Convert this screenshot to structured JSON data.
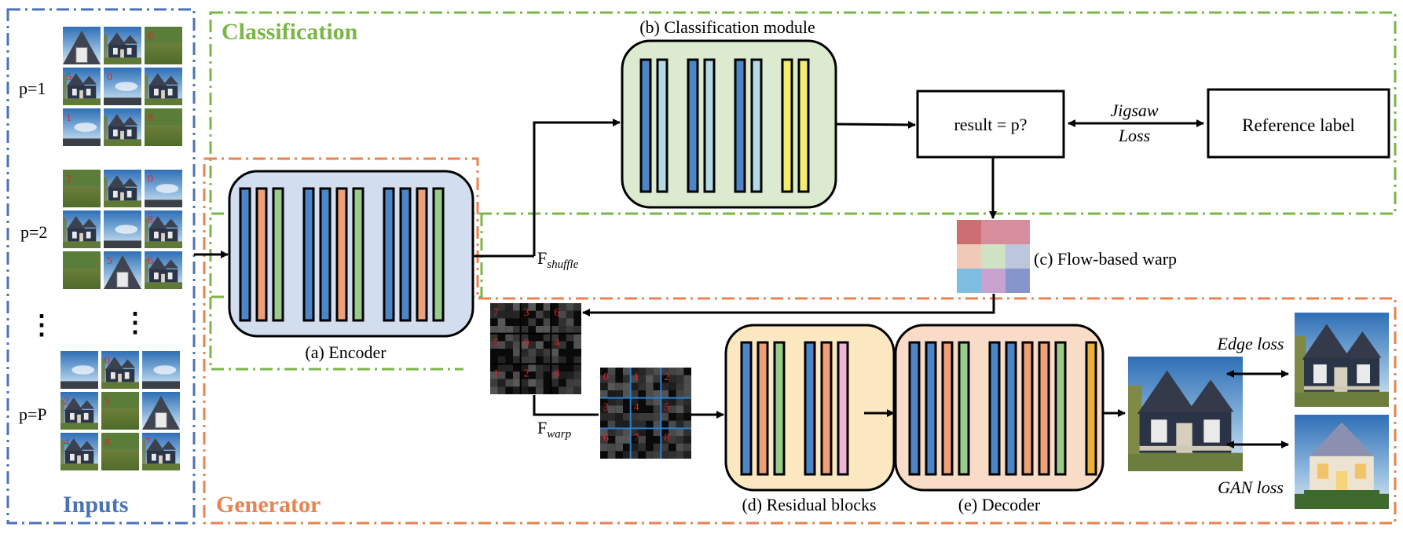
{
  "sections": {
    "inputs": "Inputs",
    "classification": "Classification",
    "generator": "Generator"
  },
  "inputs": {
    "groups": [
      {
        "label": "p=1",
        "numbers": [
          "",
          "",
          "6",
          "5",
          "0",
          "",
          "1",
          "",
          "8"
        ]
      },
      {
        "label": "p=2",
        "numbers": [
          "2",
          "",
          "0",
          "",
          "",
          "8",
          "",
          "5",
          "6"
        ]
      },
      {
        "label": "p=P",
        "numbers": [
          "",
          "0",
          "",
          "2",
          "5",
          "",
          "4",
          "8",
          "7"
        ]
      }
    ],
    "ellipsis": "⋮"
  },
  "modules": {
    "encoder": "(a) Encoder",
    "classification": "(b) Classification module",
    "flow_warp": "(c) Flow-based warp",
    "residual": "(d) Residual blocks",
    "decoder": "(e) Decoder"
  },
  "result_box": "result = p?",
  "reference_box": "Reference label",
  "jigsaw_loss": [
    "Jigsaw",
    "Loss"
  ],
  "f_shuffle": {
    "base": "F",
    "sub": "shuffle"
  },
  "f_warp": {
    "base": "F",
    "sub": "warp"
  },
  "feature_grids": {
    "shuffled_numbers": [
      "7",
      "3",
      "6",
      "5",
      "0",
      "4",
      "1",
      "2",
      "8"
    ],
    "warped_numbers": [
      "0",
      "1",
      "2",
      "3",
      "4",
      "5",
      "6",
      "7",
      "8"
    ]
  },
  "losses": {
    "edge": "Edge loss",
    "gan": "GAN loss"
  },
  "colors": {
    "blue_section": "#4a72b8",
    "green_section": "#7ab648",
    "orange_section": "#e8834f",
    "encoder_bg": "#d3ddf0",
    "classification_bg": "#dcebd0",
    "residual_bg": "#fbe8c1",
    "decoder_bg": "#f8dcc8",
    "bar_blue": "#4a86c8",
    "bar_orange": "#ed9f75",
    "bar_green": "#99cc88",
    "bar_lightblue": "#b4d9e6",
    "bar_yellow": "#f4ec72",
    "bar_pink": "#f1b6d4",
    "bar_gold": "#ebb13c",
    "number_red": "#e02424",
    "grid_line": "#2a7fcf"
  }
}
